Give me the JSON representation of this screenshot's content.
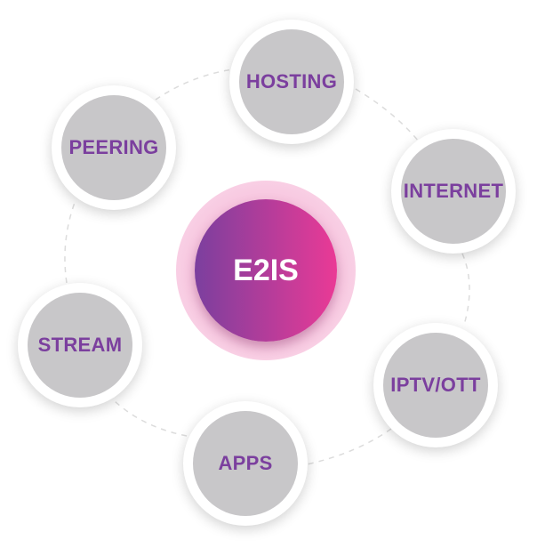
{
  "hub": {
    "label": "E2IS",
    "gradient_start": "#7b3f9e",
    "gradient_end": "#ea3a96"
  },
  "nodes": [
    {
      "id": "hosting",
      "label": "HOSTING"
    },
    {
      "id": "internet",
      "label": "INTERNET"
    },
    {
      "id": "iptv-ott",
      "label": "IPTV/OTT"
    },
    {
      "id": "apps",
      "label": "APPS"
    },
    {
      "id": "stream",
      "label": "STREAM"
    },
    {
      "id": "peering",
      "label": "PEERING"
    }
  ],
  "colors": {
    "label": "#7b3f9e",
    "node_fill": "#c8c7c9",
    "node_border": "#ffffff",
    "connector": "#dcdcdc"
  }
}
